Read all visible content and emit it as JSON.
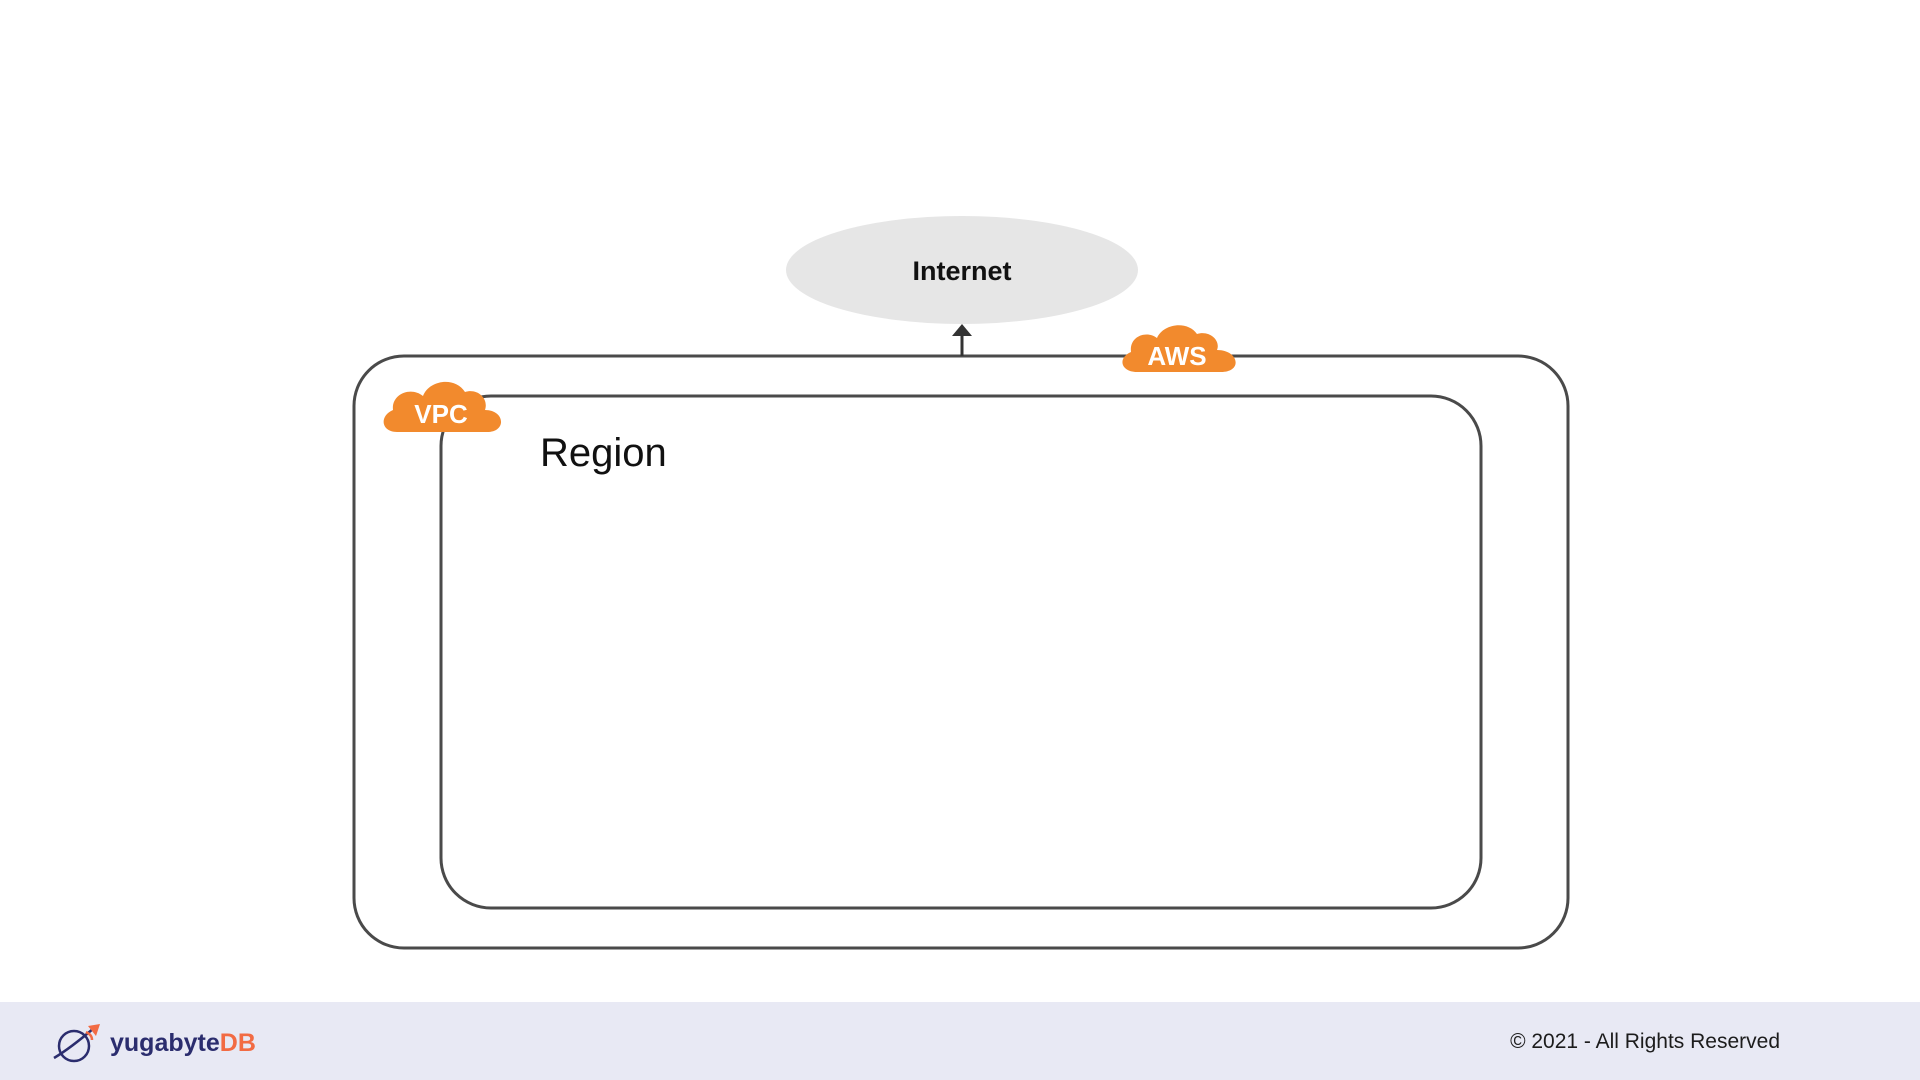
{
  "diagram": {
    "internet_label": "Internet",
    "aws_label": "AWS",
    "vpc_label": "VPC",
    "region_label": "Region"
  },
  "footer": {
    "brand_main": "yugabyte",
    "brand_accent": "DB",
    "copyright": "© 2021 - All Rights Reserved"
  },
  "colors": {
    "cloud_orange": "#f28a2d",
    "internet_fill": "#e6e6e6",
    "border": "#4a4a4a",
    "footer_bg": "#e8e9f4",
    "brand_navy": "#2b2d6e",
    "brand_orange": "#f26b43"
  },
  "icons": [
    "aws-cloud-icon",
    "vpc-cloud-icon",
    "yugabytedb-logo-icon",
    "arrow-up-icon"
  ]
}
